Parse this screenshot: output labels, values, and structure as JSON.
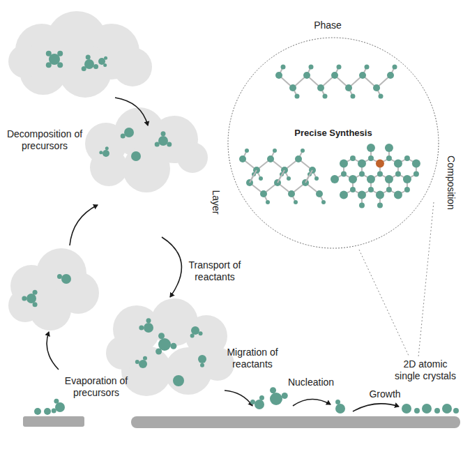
{
  "diagram": {
    "nodes": [
      {
        "text": [
          "Precise Synthesis"
        ]
      }
    ],
    "labels": [
      "Phase",
      "Layer",
      "Composition",
      "Decomposition of precursors",
      "Transport of reactants",
      "Evaporation of precursors",
      "Migration of reactants",
      "Nucleation",
      "Growth",
      "2D atomic single crystals"
    ]
  }
}
